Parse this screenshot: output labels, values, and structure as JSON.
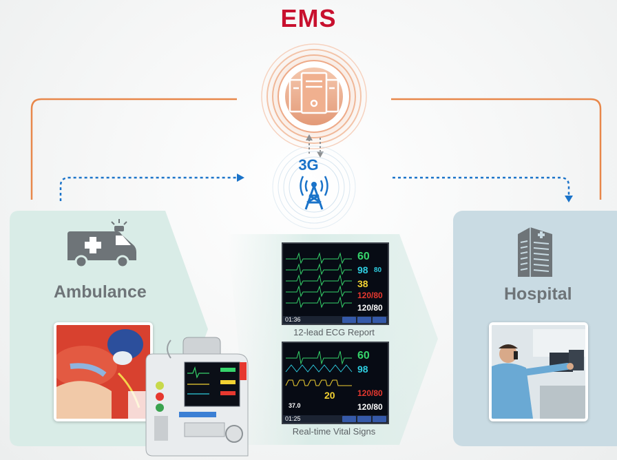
{
  "title": "EMS",
  "network_label": "3G",
  "ambulance": {
    "label": "Ambulance"
  },
  "hospital": {
    "label": "Hospital"
  },
  "monitor_ecg": {
    "caption": "12-lead ECG Report",
    "time": "01:36",
    "hr": "60",
    "spo2": "98",
    "pr": "80",
    "temp": "38",
    "nibp": "120/80"
  },
  "monitor_vitals": {
    "caption": "Real-time Vital Signs",
    "time": "01:25",
    "hr": "60",
    "spo2": "98",
    "resp": "20",
    "temp": "37.0",
    "nibp": "120/80"
  },
  "colors": {
    "title": "#c8102e",
    "network": "#1a73c9",
    "orange_link": "#e8874a",
    "ambulance_panel": "#d9ece7",
    "hospital_panel": "#c9dbe3",
    "server_halo": "#f3c4a9"
  },
  "icons": [
    "ambulance-icon",
    "server-icon",
    "antenna-icon",
    "hospital-building-icon",
    "defibrillator-device"
  ]
}
